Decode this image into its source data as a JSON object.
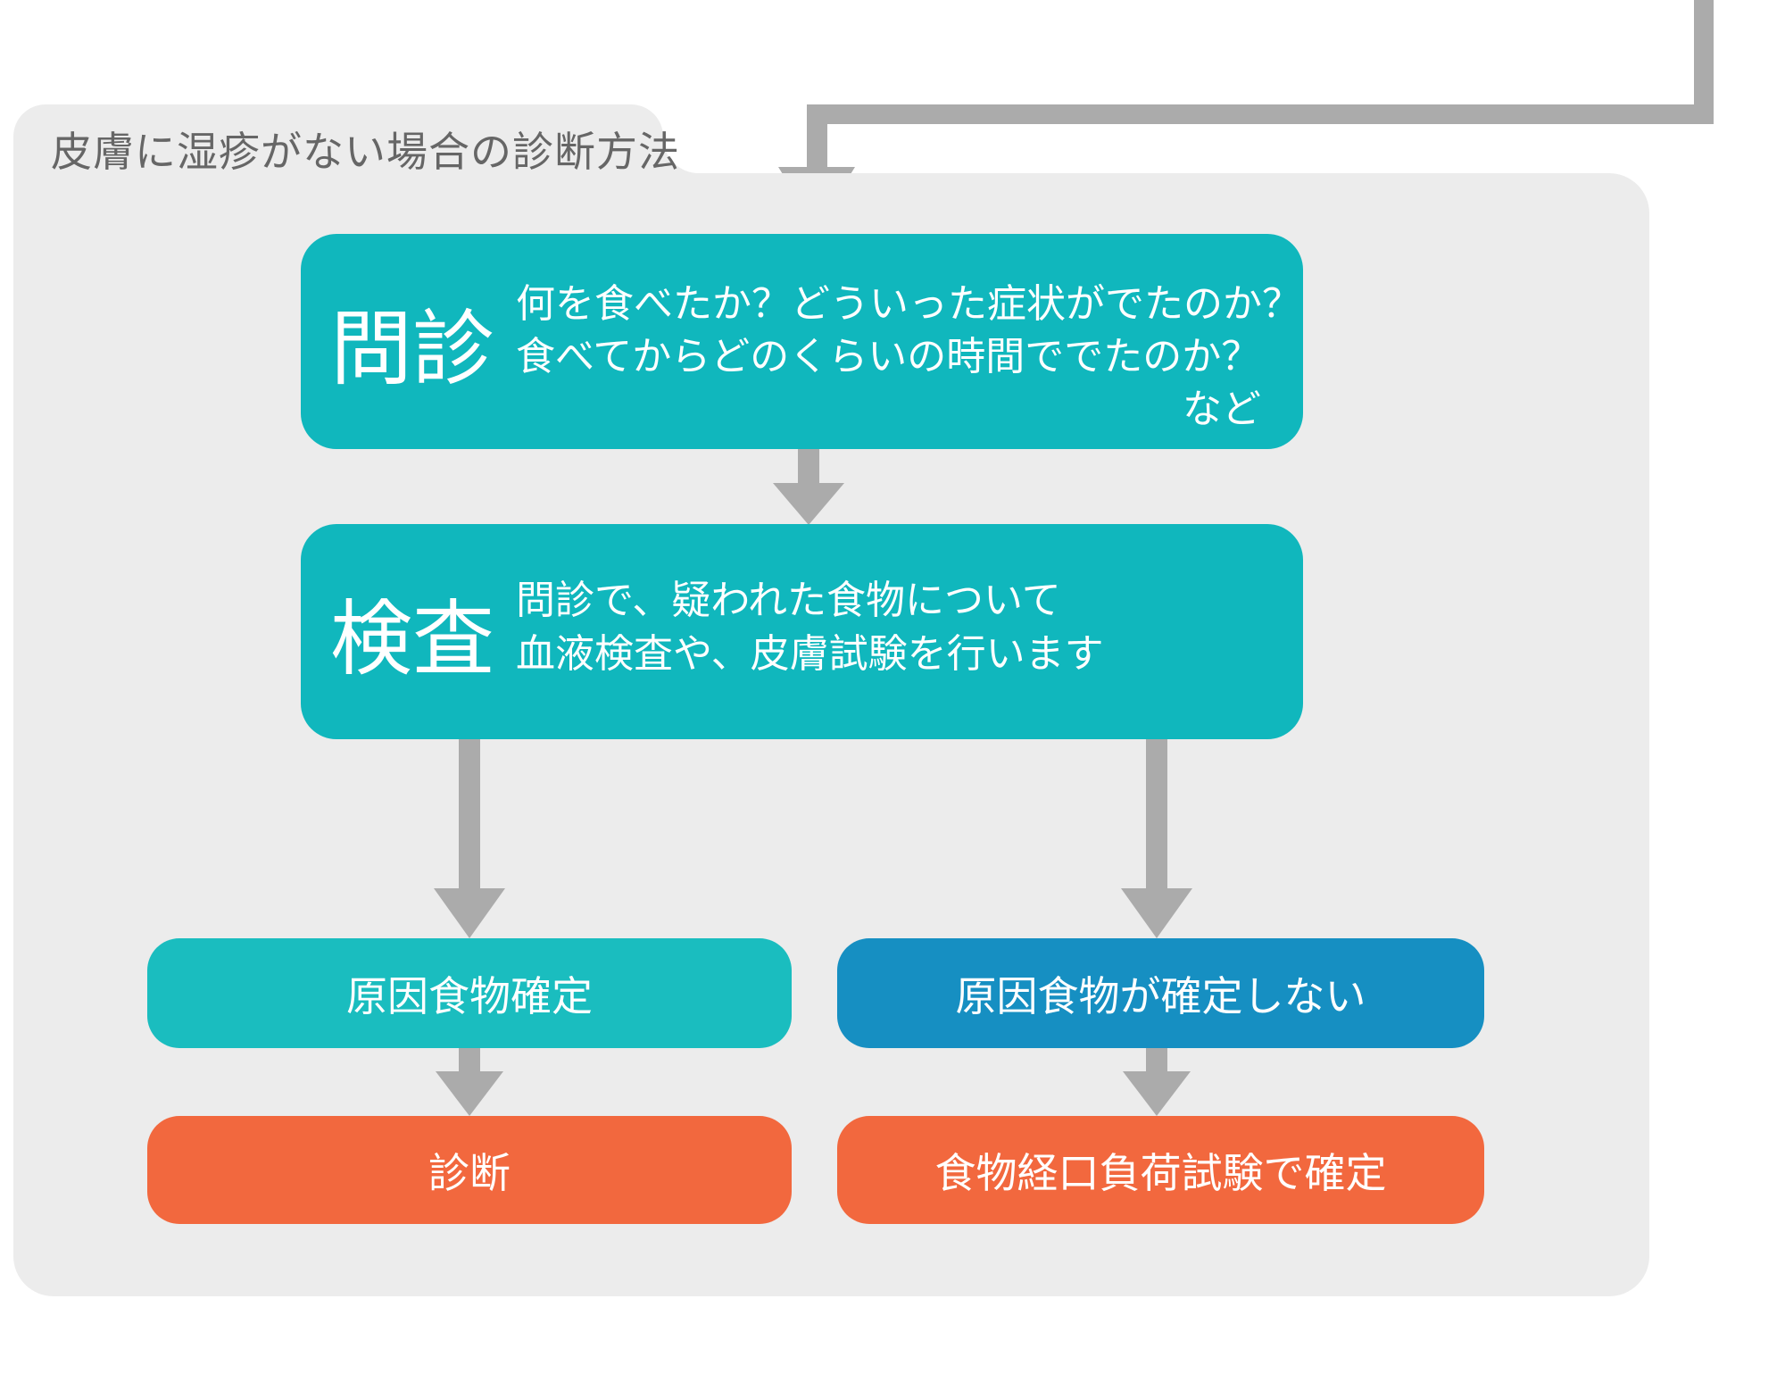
{
  "colors": {
    "teal": "#10b7bd",
    "teal_light": "#1abdbf",
    "blue": "#168fc2",
    "orange": "#f2683e",
    "arrow": "#ababab",
    "panel": "#ececec",
    "title": "#666666"
  },
  "title": "皮膚に湿疹がない場合の診断方法",
  "steps": {
    "interview": {
      "label": "問診",
      "line1": "何を食べたか？どういった症状がでたのか？",
      "line2": "食べてからどのくらいの時間ででたのか？",
      "note": "など"
    },
    "test": {
      "label": "検査",
      "line1": "問診で、疑われた食物について",
      "line2": "血液検査や、皮膚試験を行います"
    }
  },
  "outcomes": {
    "identified": "原因食物確定",
    "not_identified": "原因食物が確定しない"
  },
  "results": {
    "diagnosis": "診断",
    "challenge_test": "食物経口負荷試験で確定"
  }
}
